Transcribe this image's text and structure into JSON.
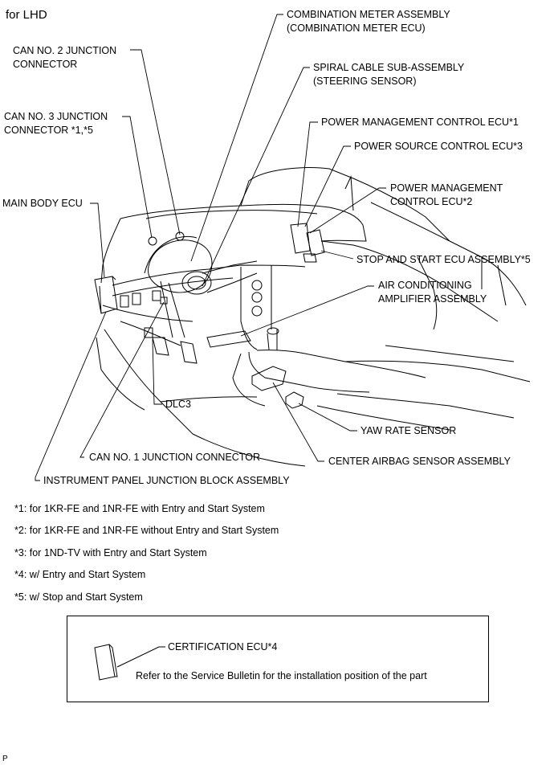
{
  "title": "for LHD",
  "labels": {
    "combination_meter": [
      "COMBINATION METER ASSEMBLY",
      "(COMBINATION METER ECU)"
    ],
    "can_no2": [
      "CAN NO. 2 JUNCTION",
      "CONNECTOR"
    ],
    "spiral_cable": [
      "SPIRAL CABLE SUB-ASSEMBLY",
      "(STEERING SENSOR)"
    ],
    "can_no3": [
      "CAN NO. 3 JUNCTION",
      "CONNECTOR *1,*5"
    ],
    "power_mgmt_1": [
      "POWER MANAGEMENT CONTROL ECU*1"
    ],
    "power_source_3": [
      "POWER SOURCE CONTROL ECU*3"
    ],
    "power_mgmt_2": [
      "POWER MANAGEMENT",
      "CONTROL ECU*2"
    ],
    "main_body_ecu": [
      "MAIN BODY ECU"
    ],
    "stop_start_5": [
      "STOP AND START ECU ASSEMBLY*5"
    ],
    "air_conditioning": [
      "AIR CONDITIONING",
      "AMPLIFIER ASSEMBLY"
    ],
    "dlc3": [
      "DLC3"
    ],
    "yaw_rate": [
      "YAW RATE SENSOR"
    ],
    "can_no1": [
      "CAN NO. 1 JUNCTION CONNECTOR"
    ],
    "center_airbag": [
      "CENTER AIRBAG SENSOR ASSEMBLY"
    ],
    "instrument_panel": [
      "INSTRUMENT PANEL JUNCTION BLOCK ASSEMBLY"
    ]
  },
  "notes": [
    "*1: for 1KR-FE and 1NR-FE with Entry and Start System",
    "*2: for 1KR-FE and 1NR-FE without Entry and Start System",
    "*3: for 1ND-TV with Entry and Start System",
    "*4: w/ Entry and Start System",
    "*5: w/ Stop and Start System"
  ],
  "box": {
    "label": "CERTIFICATION ECU*4",
    "text": "Refer to the Service Bulletin for the installation position of the part"
  },
  "page_mark": "P"
}
